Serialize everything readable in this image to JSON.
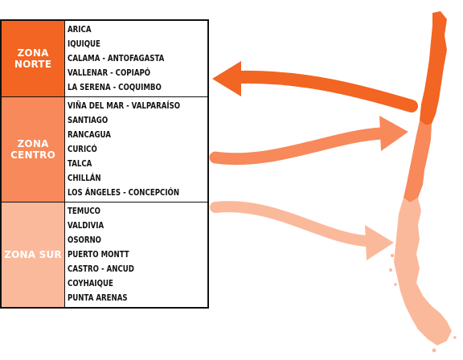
{
  "colors": {
    "norte": "#f26522",
    "centro": "#f7895a",
    "sur": "#fbb99b",
    "border": "#111111"
  },
  "zones": [
    {
      "name": "ZONA NORTE",
      "cities": [
        "ARICA",
        "IQUIQUE",
        "CALAMA - ANTOFAGASTA",
        "VALLENAR - COPIAPÓ",
        "LA SERENA - COQUIMBO"
      ]
    },
    {
      "name": "ZONA CENTRO",
      "cities": [
        "VIÑA DEL MAR - VALPARAÍSO",
        "SANTIAGO",
        "RANCAGUA",
        "CURICÓ",
        "TALCA",
        "CHILLÁN",
        "LOS ÁNGELES - CONCEPCIÓN"
      ]
    },
    {
      "name": "ZONA SUR",
      "cities": [
        "TEMUCO",
        "VALDIVIA",
        "OSORNO",
        "PUERTO MONTT",
        "CASTRO - ANCUD",
        "COYHAIQUE",
        "PUNTA ARENAS"
      ]
    }
  ],
  "map_icon": "chile-map-icon",
  "arrow_icons": [
    "arrow-to-table-icon",
    "arrow-to-map-icon",
    "arrow-to-map-icon"
  ]
}
